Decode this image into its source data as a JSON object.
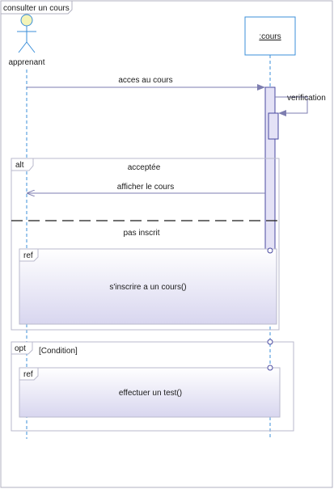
{
  "diagram": {
    "frame_title": "consulter un cours",
    "actor_name": "apprenant",
    "object_name": ":cours",
    "messages": {
      "m1": "acces au cours",
      "m2": "verification",
      "m3": "afficher le cours"
    },
    "fragments": {
      "alt_keyword": "alt",
      "alt_guard_1": "acceptée",
      "alt_guard_2": "pas inscrit",
      "opt_keyword": "opt",
      "opt_guard": "[Condition]",
      "ref_keyword": "ref",
      "ref_1": "s'inscrire a un cours()",
      "ref_2": "effectuer un test()"
    }
  },
  "colors": {
    "lifeline": "#3b8fd9",
    "arrow": "#5a5a9a",
    "activation_fill": "#e4e2f6",
    "activation_stroke": "#4a4aa0",
    "object_border": "#3b8fd9",
    "fragment_border": "#b9b9cc",
    "ref_gradient_top": "#ffffff",
    "ref_gradient_bottom": "#d8d6ef",
    "actor_head": "#f4f4b8"
  }
}
